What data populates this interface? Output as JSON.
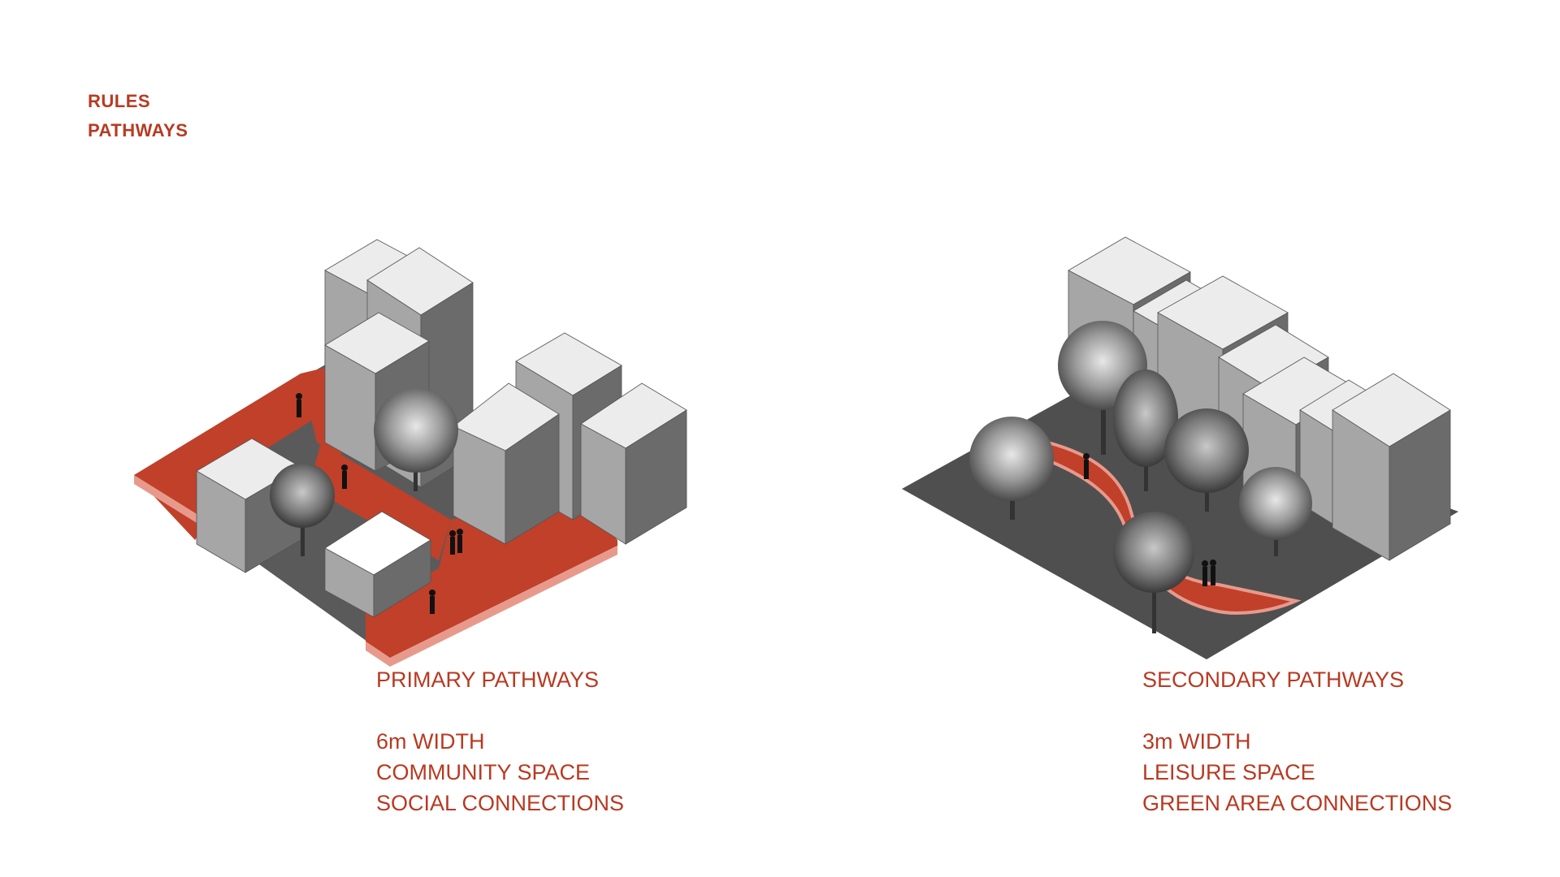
{
  "header": {
    "line1": "RULES",
    "line2": "PATHWAYS"
  },
  "colors": {
    "accent": "#b83a22",
    "path": "#c0402a",
    "path_edge": "#e79a8c",
    "ground": "#5a5a5a",
    "block_top": "#ececec",
    "block_left": "#a6a6a6",
    "block_right": "#6b6b6b"
  },
  "primary": {
    "title": "PRIMARY PATHWAYS",
    "lines": [
      "6m WIDTH",
      "COMMUNITY SPACE",
      "SOCIAL CONNECTIONS"
    ]
  },
  "secondary": {
    "title": "SECONDARY PATHWAYS",
    "lines": [
      "3m WIDTH",
      "LEISURE SPACE",
      "GREEN AREA CONNECTIONS"
    ]
  }
}
